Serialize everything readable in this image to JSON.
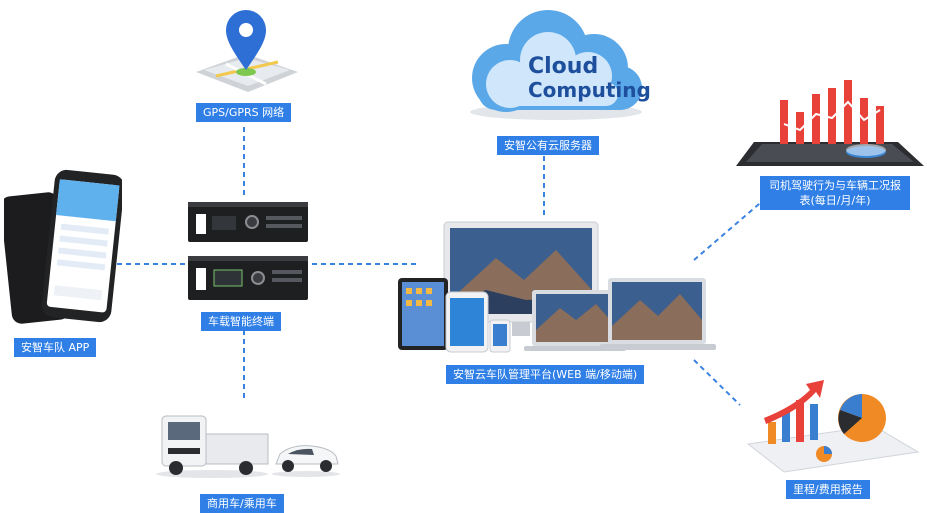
{
  "labels": {
    "gps": "GPS/GPRS 网络",
    "cloud": "安智公有云服务器",
    "report_top": "司机驾驶行为与车辆工况报表(每日/月/年)",
    "app": "安智车队 APP",
    "terminal": "车载智能终端",
    "platform": "安智云车队管理平台(WEB 端/移动端)",
    "vehicles": "商用车/乘用车",
    "report_bottom": "里程/费用报告"
  },
  "cloud_logo": {
    "word1": "Cloud",
    "word2": "Computing"
  },
  "colors": {
    "label_bg": "#2f7fe6",
    "connector": "#3b82e0",
    "cloud": "#5aa8e8",
    "map_pin": "#2e6fd6",
    "chart_red": "#e8413a"
  },
  "icons": {
    "gps": "map-pin-icon",
    "cloud": "cloud-icon",
    "report_top": "bar-chart-tablet-icon",
    "app": "smartphone-icon",
    "terminal": "vehicle-terminal-icon",
    "platform": "devices-icon",
    "vehicles": "vehicles-icon",
    "report_bottom": "chart-report-icon"
  }
}
